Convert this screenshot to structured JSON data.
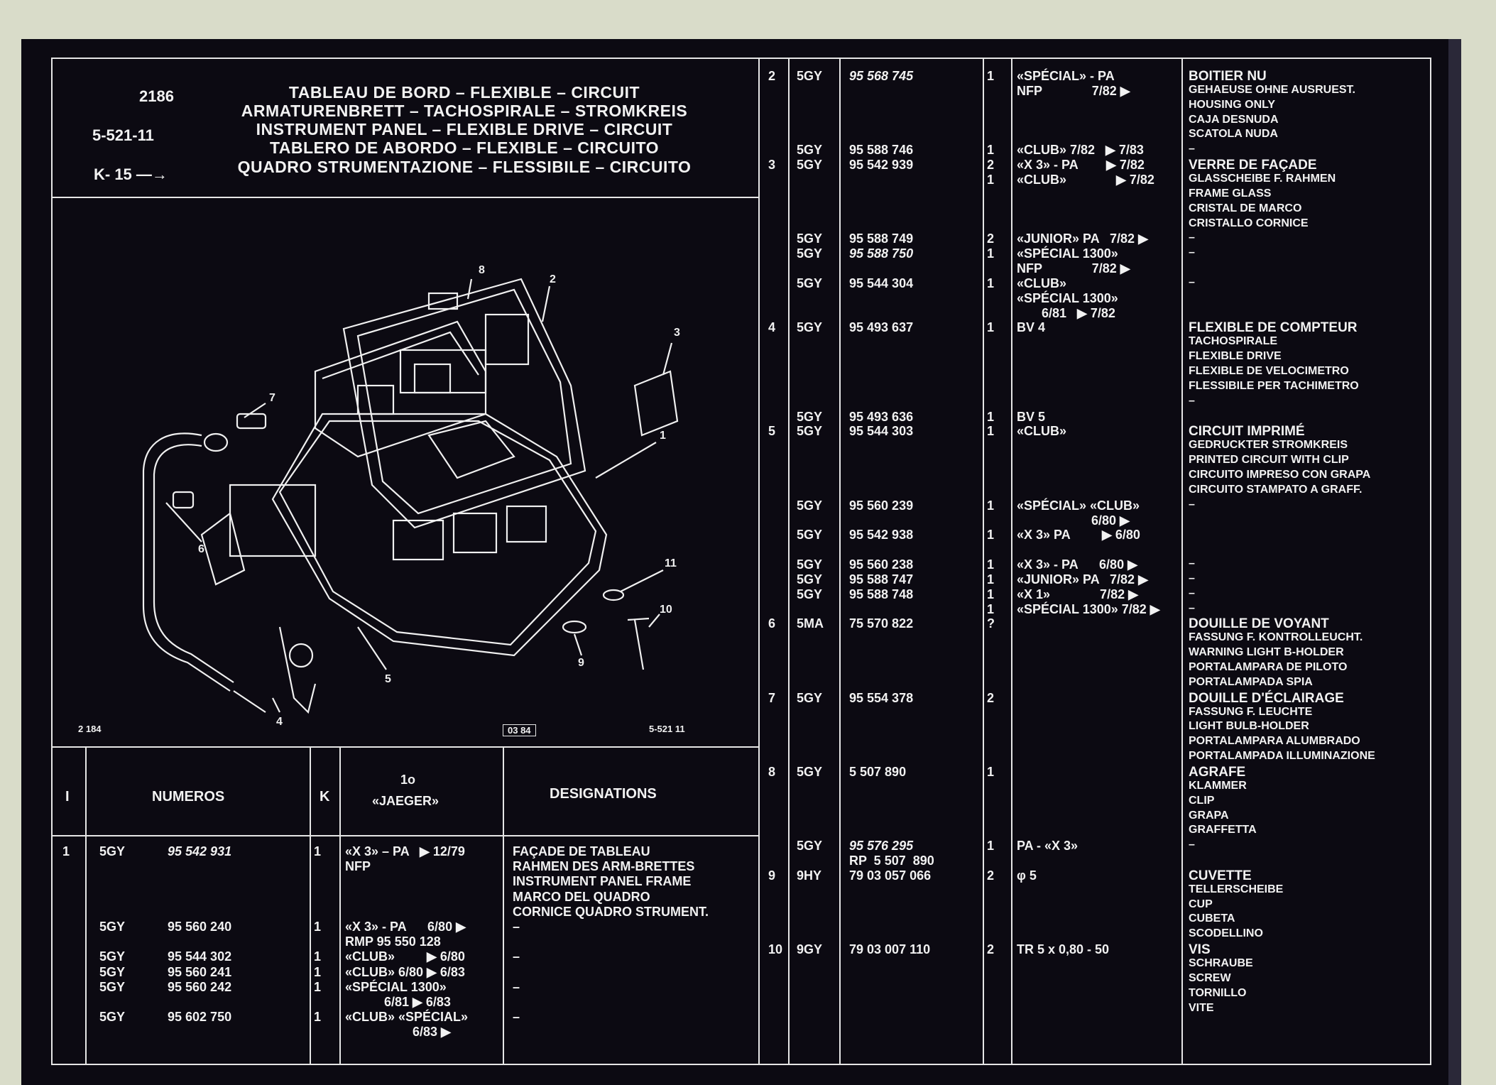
{
  "header": {
    "plate": "2186",
    "ref": "5-521-11",
    "k_ref": "K- 15 —→",
    "titles": [
      "TABLEAU DE BORD – FLEXIBLE – CIRCUIT",
      "ARMATURENBRETT – TACHOSPIRALE – STROMKREIS",
      "INSTRUMENT PANEL – FLEXIBLE DRIVE – CIRCUIT",
      "TABLERO DE ABORDO – FLEXIBLE – CIRCUITO",
      "QUADRO STRUMENTAZIONE – FLESSIBILE – CIRCUITO"
    ]
  },
  "drawing": {
    "left_code": "2 184",
    "date_code": "03 84",
    "right_code": "5-521 11",
    "callouts": [
      "1",
      "2",
      "3",
      "4",
      "5",
      "6",
      "7",
      "8",
      "9",
      "10",
      "11"
    ]
  },
  "columns": {
    "i": "I",
    "numeros": "NUMEROS",
    "k": "K",
    "app_line1": "1o",
    "app_line2": "«JAEGER»",
    "designations": "DESIGNATIONS"
  },
  "left_rows": [
    {
      "i": "1",
      "ref": "5GY",
      "num": "95 542 931",
      "k": "1",
      "app": "«X 3» – PA   ▶ 12/79",
      "des": "FAÇADE DE TABLEAU",
      "italic": true
    },
    {
      "app": "NFP",
      "des": "RAHMEN DES ARM-BRETTES"
    },
    {
      "des": "INSTRUMENT PANEL FRAME"
    },
    {
      "des": "MARCO DEL QUADRO"
    },
    {
      "des": "CORNICE QUADRO STRUMENT."
    },
    {
      "ref": "5GY",
      "num": "95 560 240",
      "k": "1",
      "app": "«X 3» - PA      6/80 ▶",
      "des": "–"
    },
    {
      "app": "RMP 95 550 128"
    },
    {
      "ref": "5GY",
      "num": "95 544 302",
      "k": "1",
      "app": "«CLUB»         ▶ 6/80",
      "des": "–"
    },
    {
      "ref": "5GY",
      "num": "95 560 241",
      "k": "1",
      "app": "«CLUB» 6/80 ▶ 6/83"
    },
    {
      "ref": "5GY",
      "num": "95 560 242",
      "k": "1",
      "app": "«SPÉCIAL 1300»",
      "des": "–"
    },
    {
      "app": "           6/81 ▶ 6/83"
    },
    {
      "ref": "5GY",
      "num": "95 602 750",
      "k": "1",
      "app": "«CLUB» «SPÉCIAL»",
      "des": "–"
    },
    {
      "app": "                   6/83 ▶"
    }
  ],
  "right_rows": [
    {
      "i": "2",
      "ref": "5GY",
      "num": "95 568 745",
      "k": "1",
      "app": "«SPÉCIAL» - PA",
      "des": "BOITIER NU"
    },
    {
      "app": "NFP              7/82 ▶",
      "des": "GEHAEUSE OHNE AUSRUEST."
    },
    {
      "des": "HOUSING ONLY"
    },
    {
      "des": "CAJA DESNUDA"
    },
    {
      "des": "SCATOLA NUDA"
    },
    {
      "ref": "5GY",
      "num": "95 588 746",
      "k": "1",
      "app": "«CLUB» 7/82   ▶ 7/83",
      "des": "–"
    },
    {
      "i": "3",
      "ref": "5GY",
      "num": "95 542 939",
      "k": "2",
      "app": "«X 3» - PA        ▶ 7/82",
      "des": "VERRE DE FAÇADE"
    },
    {
      "k": "1",
      "app": "«CLUB»              ▶ 7/82",
      "des": "GLASSCHEIBE F. RAHMEN"
    },
    {
      "des": "FRAME GLASS"
    },
    {
      "des": "CRISTAL DE MARCO"
    },
    {
      "des": "CRISTALLO CORNICE"
    },
    {
      "ref": "5GY",
      "num": "95 588 749",
      "k": "2",
      "app": "«JUNIOR» PA   7/82 ▶",
      "des": "–"
    },
    {
      "ref": "5GY",
      "num": "95 588 750",
      "k": "1",
      "app": "«SPÉCIAL 1300»",
      "des": "–"
    },
    {
      "app": "NFP              7/82 ▶"
    },
    {
      "ref": "5GY",
      "num": "95 544 304",
      "k": "1",
      "app": "«CLUB»",
      "des": "–"
    },
    {
      "app": "«SPÉCIAL 1300»"
    },
    {
      "app": "       6/81   ▶ 7/82"
    },
    {
      "i": "4",
      "ref": "5GY",
      "num": "95 493 637",
      "k": "1",
      "app": "BV 4",
      "des": "FLEXIBLE DE COMPTEUR"
    },
    {
      "des": "TACHOSPIRALE"
    },
    {
      "des": "FLEXIBLE DRIVE"
    },
    {
      "des": "FLEXIBLE DE VELOCIMETRO"
    },
    {
      "des": "FLESSIBILE PER TACHIMETRO"
    },
    {
      "des": "–"
    },
    {
      "ref": "5GY",
      "num": "95 493 636",
      "k": "1",
      "app": "BV 5"
    },
    {
      "i": "5",
      "ref": "5GY",
      "num": "95 544 303",
      "k": "1",
      "app": "«CLUB»",
      "des": "CIRCUIT IMPRIMÉ"
    },
    {
      "des": "GEDRUCKTER STROMKREIS"
    },
    {
      "des": "PRINTED CIRCUIT WITH CLIP"
    },
    {
      "des": "CIRCUITO IMPRESO CON GRAPA"
    },
    {
      "des": "CIRCUITO STAMPATO A GRAFF."
    },
    {
      "ref": "5GY",
      "num": "95 560 239",
      "k": "1",
      "app": "«SPÉCIAL» «CLUB»",
      "des": "–"
    },
    {
      "app": "                     6/80 ▶"
    },
    {
      "ref": "5GY",
      "num": "95 542 938",
      "k": "1",
      "app": "«X 3» PA         ▶ 6/80"
    },
    {},
    {
      "ref": "5GY",
      "num": "95 560 238",
      "k": "1",
      "app": "«X 3» - PA      6/80 ▶",
      "des": "–"
    },
    {
      "ref": "5GY",
      "num": "95 588 747",
      "k": "1",
      "app": "«JUNIOR» PA   7/82 ▶",
      "des": "–"
    },
    {
      "ref": "5GY",
      "num": "95 588 748",
      "k": "1",
      "app": "«X 1»              7/82 ▶",
      "des": "–"
    },
    {
      "k": "1",
      "app": "«SPÉCIAL 1300» 7/82 ▶",
      "des": "–"
    },
    {
      "i": "6",
      "ref": "5MA",
      "num": "75 570 822",
      "k": "?",
      "des": "DOUILLE DE VOYANT"
    },
    {
      "des": "FASSUNG F. KONTROLLEUCHT."
    },
    {
      "des": "WARNING LIGHT B-HOLDER"
    },
    {
      "des": "PORTALAMPARA DE PILOTO"
    },
    {
      "des": "PORTALAMPADA SPIA"
    },
    {
      "i": "7",
      "ref": "5GY",
      "num": "95 554 378",
      "k": "2",
      "des": "DOUILLE D'ÉCLAIRAGE"
    },
    {
      "des": "FASSUNG F. LEUCHTE"
    },
    {
      "des": "LIGHT BULB-HOLDER"
    },
    {
      "des": "PORTALAMPARA ALUMBRADO"
    },
    {
      "des": "PORTALAMPADA ILLUMINAZIONE"
    },
    {
      "i": "8",
      "ref": "5GY",
      "num": "5 507 890",
      "k": "1",
      "des": "AGRAFE"
    },
    {
      "des": "KLAMMER"
    },
    {
      "des": "CLIP"
    },
    {
      "des": "GRAPA"
    },
    {
      "des": "GRAFFETTA"
    },
    {
      "ref": "5GY",
      "num": "95 576 295",
      "k": "1",
      "app": "PA - «X 3»",
      "des": "–"
    },
    {
      "num": "RP  5 507  890"
    },
    {
      "i": "9",
      "ref": "9HY",
      "num": "79 03 057 066",
      "k": "2",
      "app": "φ 5",
      "des": "CUVETTE"
    },
    {
      "des": "TELLERSCHEIBE"
    },
    {
      "des": "CUP"
    },
    {
      "des": "CUBETA"
    },
    {
      "des": "SCODELLINO"
    },
    {
      "i": "10",
      "ref": "9GY",
      "num": "79 03 007 110",
      "k": "2",
      "app": "TR 5 x 0,80 - 50",
      "des": "VIS"
    },
    {
      "des": "SCHRAUBE"
    },
    {
      "des": "SCREW"
    },
    {
      "des": "TORNILLO"
    },
    {
      "des": "VITE"
    }
  ]
}
